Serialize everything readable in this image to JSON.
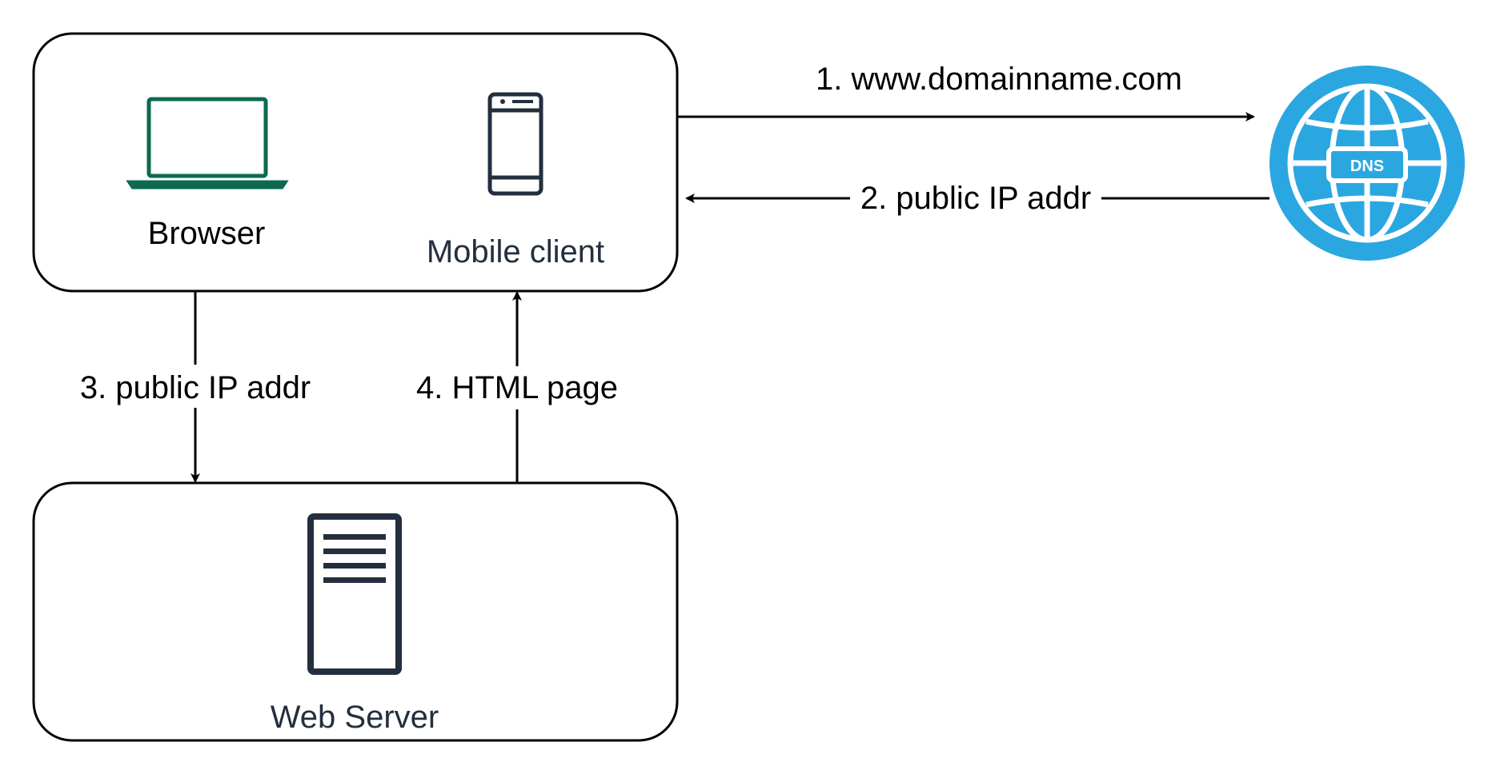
{
  "nodes": {
    "clients_group": {
      "browser_label": "Browser",
      "mobile_label": "Mobile client"
    },
    "web_server": {
      "label": "Web Server"
    },
    "dns": {
      "icon_text": "DNS"
    }
  },
  "edges": [
    {
      "label": "1. www.domainname.com"
    },
    {
      "label": "2. public IP addr"
    },
    {
      "label": "3. public IP addr"
    },
    {
      "label": "4. HTML page"
    }
  ],
  "colors": {
    "laptop": "#0b6a4f",
    "icon_dark": "#232f3e",
    "dns_blue": "#2aa7e1",
    "stroke": "#000000"
  },
  "icons": [
    "laptop-icon",
    "mobile-phone-icon",
    "server-icon",
    "dns-globe-icon"
  ]
}
